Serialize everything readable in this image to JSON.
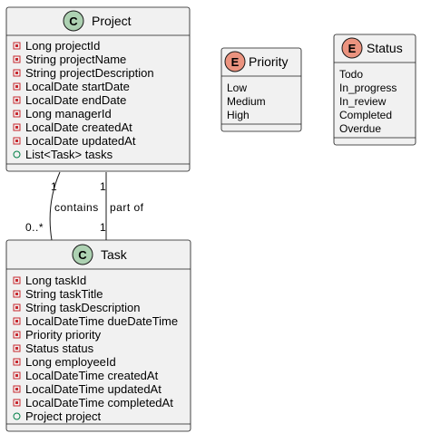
{
  "classes": {
    "project": {
      "stereotype": "C",
      "name": "Project",
      "fields": [
        {
          "vis": "private",
          "text": "Long projectId"
        },
        {
          "vis": "private",
          "text": "String projectName"
        },
        {
          "vis": "private",
          "text": "String projectDescription"
        },
        {
          "vis": "private",
          "text": "LocalDate startDate"
        },
        {
          "vis": "private",
          "text": "LocalDate endDate"
        },
        {
          "vis": "private",
          "text": "Long managerId"
        },
        {
          "vis": "private",
          "text": "LocalDate createdAt"
        },
        {
          "vis": "private",
          "text": "LocalDate updatedAt"
        },
        {
          "vis": "public",
          "text": "List<Task> tasks"
        }
      ]
    },
    "task": {
      "stereotype": "C",
      "name": "Task",
      "fields": [
        {
          "vis": "private",
          "text": "Long taskId"
        },
        {
          "vis": "private",
          "text": "String taskTitle"
        },
        {
          "vis": "private",
          "text": "String taskDescription"
        },
        {
          "vis": "private",
          "text": "LocalDateTime dueDateTime"
        },
        {
          "vis": "private",
          "text": "Priority priority"
        },
        {
          "vis": "private",
          "text": "Status status"
        },
        {
          "vis": "private",
          "text": "Long employeeId"
        },
        {
          "vis": "private",
          "text": "LocalDateTime createdAt"
        },
        {
          "vis": "private",
          "text": "LocalDateTime updatedAt"
        },
        {
          "vis": "private",
          "text": "LocalDateTime completedAt"
        },
        {
          "vis": "public",
          "text": "Project project"
        }
      ]
    }
  },
  "enums": {
    "priority": {
      "stereotype": "E",
      "name": "Priority",
      "values": [
        "Low",
        "Medium",
        "High"
      ]
    },
    "status": {
      "stereotype": "E",
      "name": "Status",
      "values": [
        "Todo",
        "In_progress",
        "In_review",
        "Completed",
        "Overdue"
      ]
    }
  },
  "relations": [
    {
      "label": "contains",
      "source_mult": "1",
      "target_mult": "0..*"
    },
    {
      "label": "part of",
      "source_mult": "1",
      "target_mult": "1"
    }
  ],
  "colors": {
    "class_badge": "#add1b2",
    "enum_badge": "#eb937f",
    "private_marker": "#c82930",
    "public_marker": "#038048",
    "box_fill": "#f1f1f1",
    "border": "#181818"
  }
}
